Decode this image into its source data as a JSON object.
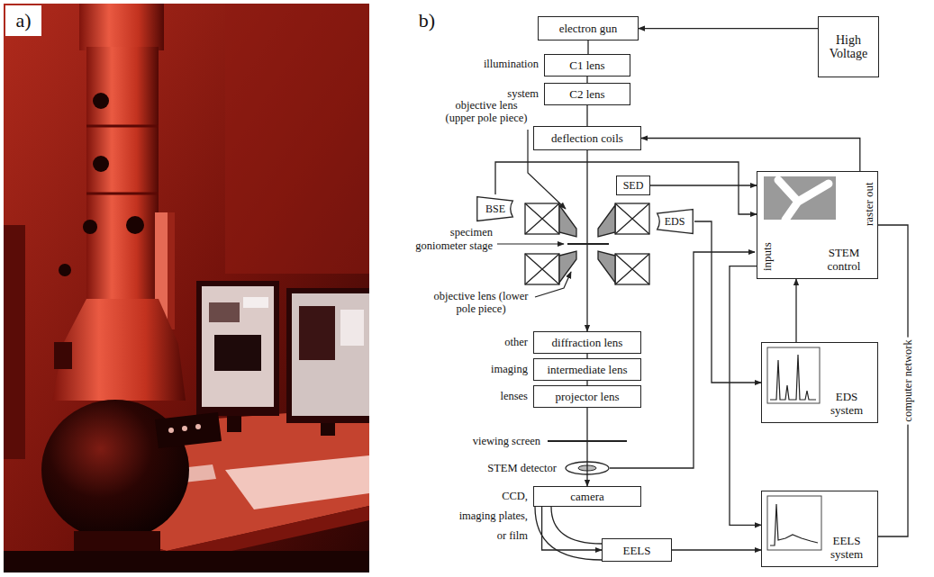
{
  "diagram": {
    "nodes": [
      {
        "text": [
          "electron gun"
        ]
      },
      {
        "text": [
          "High Voltage"
        ]
      },
      {
        "text": [
          "C1 lens"
        ]
      },
      {
        "text": [
          "C2 lens"
        ]
      },
      {
        "text": [
          "deflection coils"
        ]
      },
      {
        "text": [
          "SED"
        ]
      },
      {
        "text": [
          "inputs",
          "raster out",
          "STEM control"
        ]
      },
      {
        "text": [
          "BSE"
        ]
      },
      {
        "text": [
          "EDS"
        ]
      },
      {
        "text": [
          "diffraction lens"
        ]
      },
      {
        "text": [
          "intermediate lens"
        ]
      },
      {
        "text": [
          "projector lens"
        ]
      },
      {
        "text": [
          "EDS system"
        ]
      },
      {
        "text": [
          "camera"
        ]
      },
      {
        "text": [
          "EELS"
        ]
      },
      {
        "text": [
          "EELS system"
        ]
      }
    ],
    "edges": [
      {
        "from": 1,
        "to": 0,
        "arrow": "to"
      },
      {
        "from": 0,
        "to": 2,
        "arrow": "none"
      },
      {
        "from": 2,
        "to": 3,
        "arrow": "none"
      },
      {
        "from": 3,
        "to": 4,
        "arrow": "none"
      },
      {
        "from": 6,
        "to": 4,
        "arrow": "to"
      },
      {
        "from": 5,
        "to": 6,
        "arrow": "to"
      },
      {
        "from": 7,
        "to": 6,
        "arrow": "to"
      },
      {
        "from": 8,
        "to": 12,
        "arrow": "to"
      },
      {
        "from": 4,
        "to": 9,
        "arrow": "to"
      },
      {
        "from": 9,
        "to": 10,
        "arrow": "none"
      },
      {
        "from": 10,
        "to": 11,
        "arrow": "none"
      },
      {
        "from": 11,
        "to": 13,
        "arrow": "to"
      },
      {
        "from": 12,
        "to": 6,
        "arrow": "to"
      },
      {
        "from": 6,
        "to": 15,
        "arrow": "to"
      },
      {
        "from": 6,
        "to": 15,
        "label": "computer network",
        "arrow": "none"
      },
      {
        "from": 13,
        "to": 14,
        "arrow": "to"
      },
      {
        "from": 14,
        "to": 15,
        "arrow": "to"
      }
    ],
    "labels": [
      "a)",
      "b)",
      "illumination",
      "system",
      "objective lens (upper pole piece)",
      "specimen",
      "goniometer stage",
      "objective lens (lower pole piece)",
      "other",
      "imaging",
      "lenses",
      "viewing screen",
      "STEM detector",
      "CCD,",
      "imaging plates,",
      "or film"
    ]
  }
}
